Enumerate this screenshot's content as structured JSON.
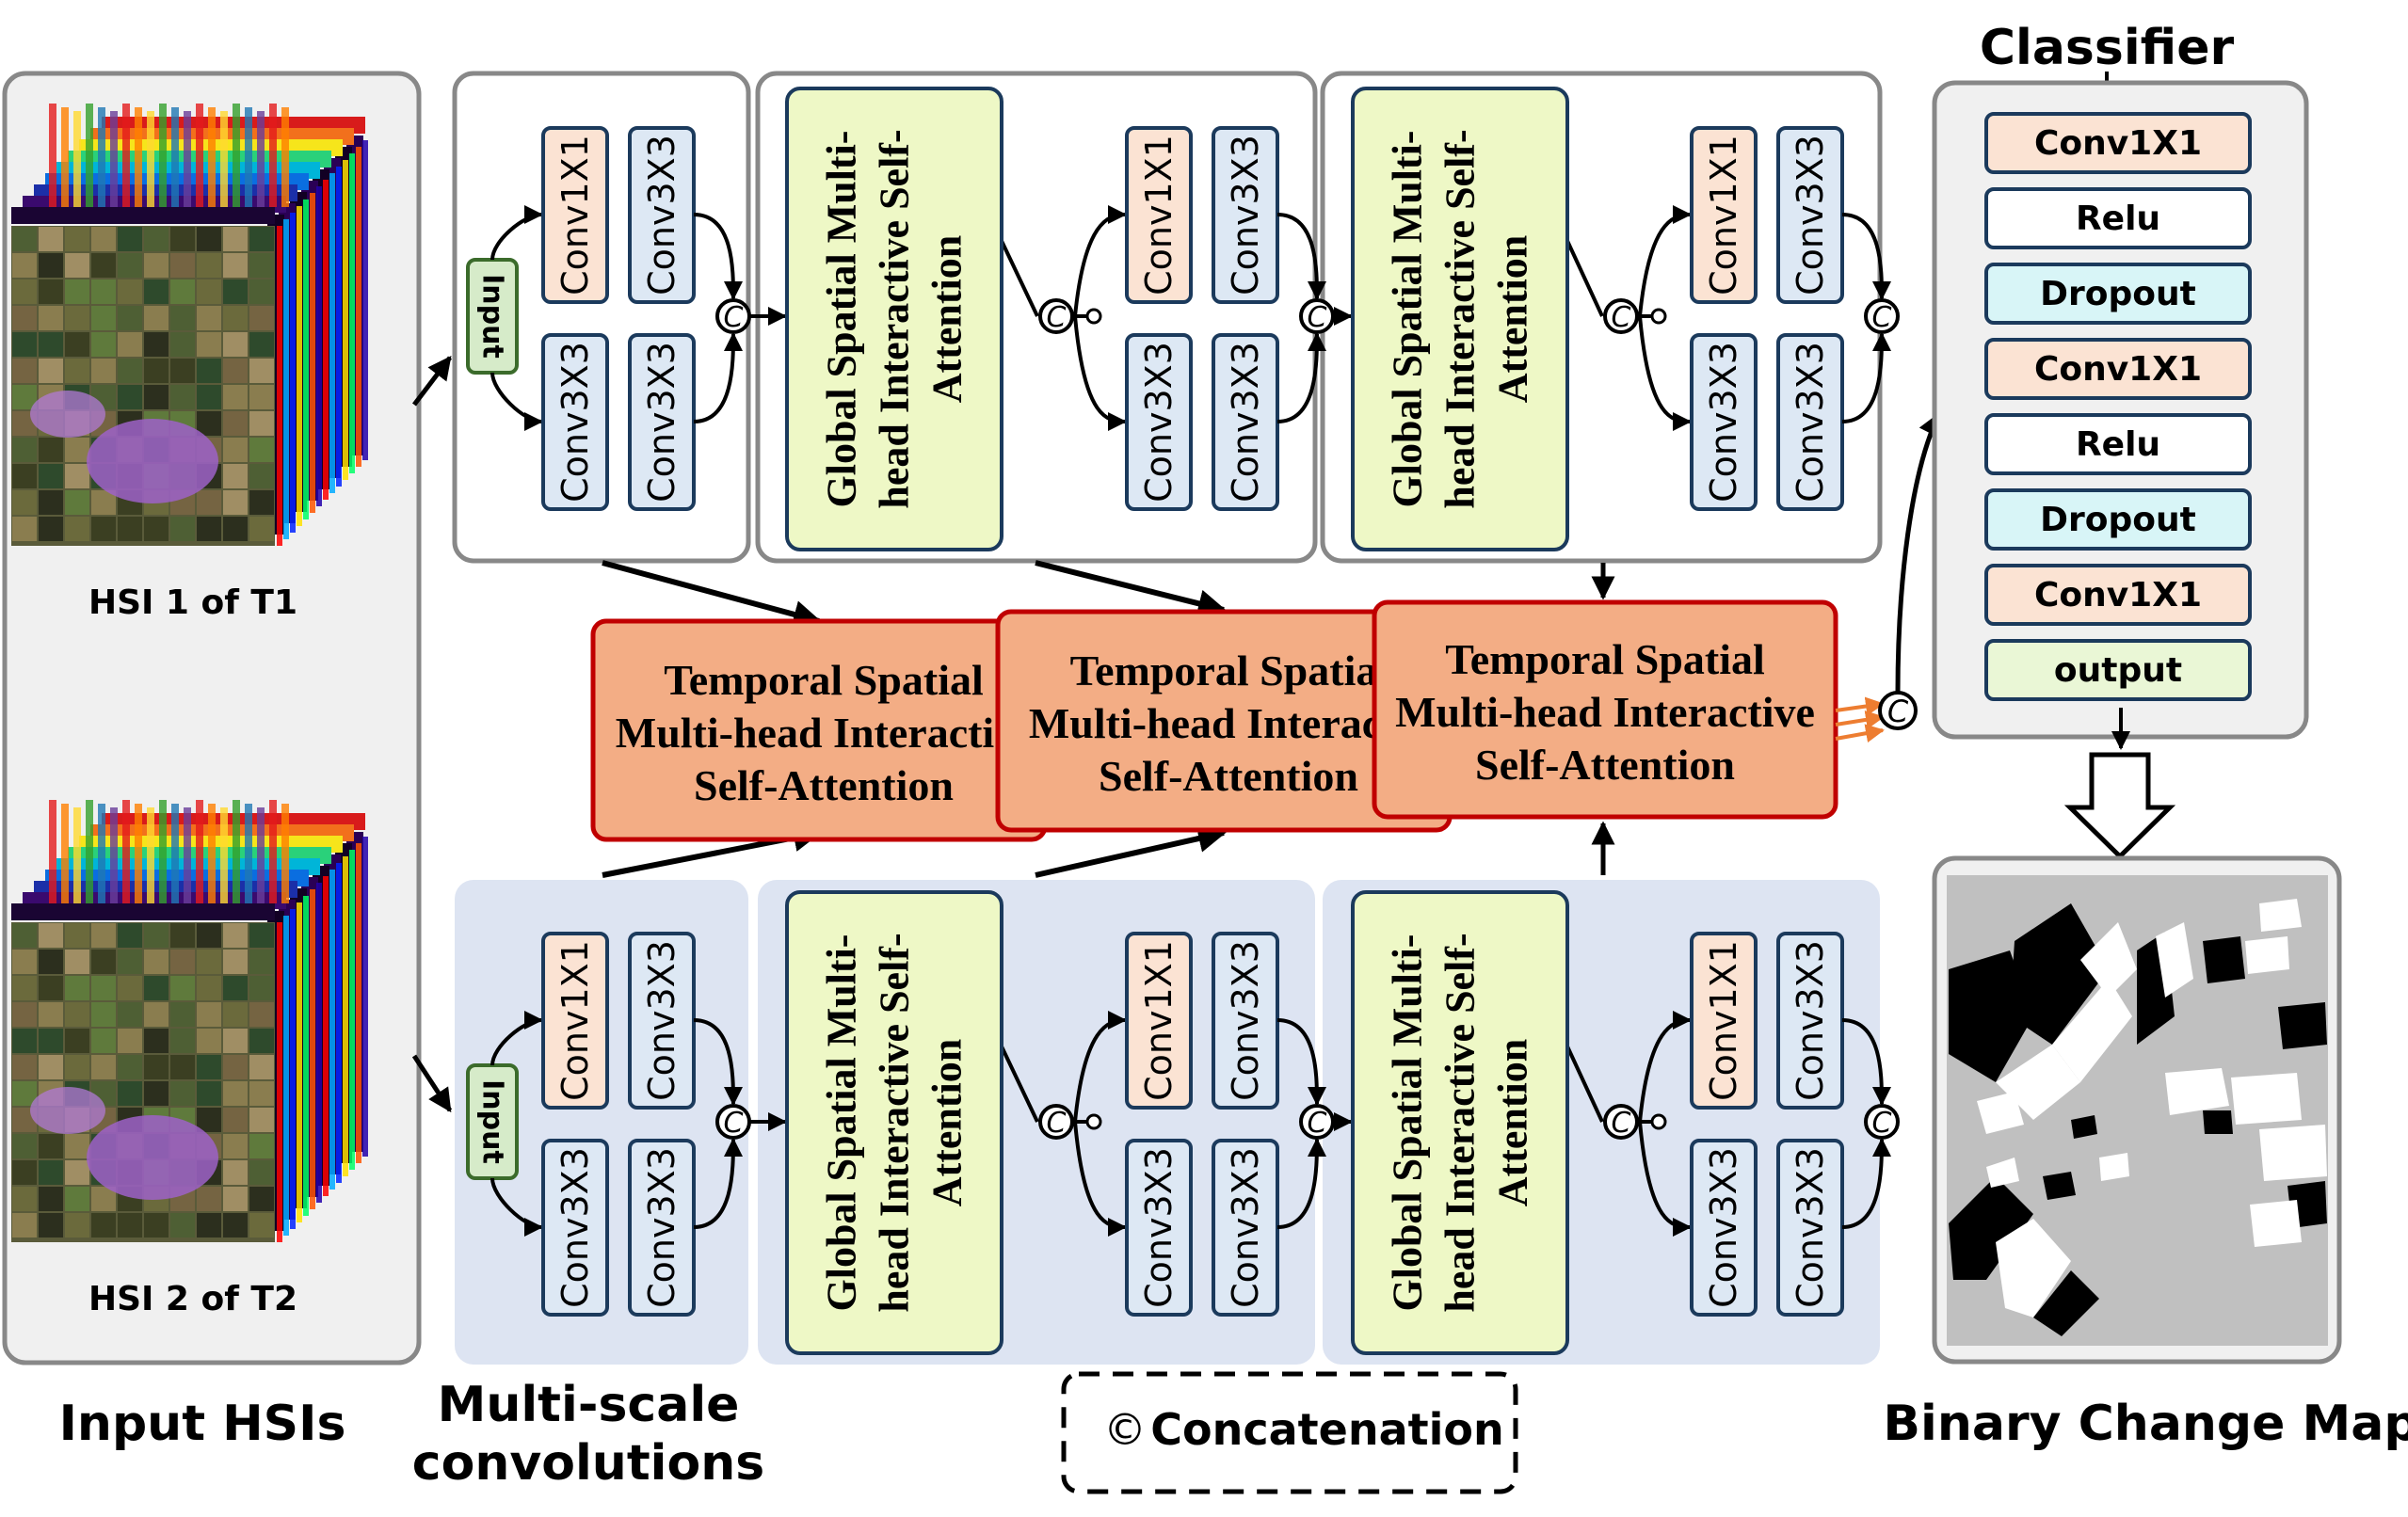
{
  "labels": {
    "input_hsis": "Input HSIs",
    "multiscale_line1": "Multi-scale",
    "multiscale_line2": "convolutions",
    "classifier": "Classifier",
    "binary_change_map": "Binary Change Map",
    "hsi1": "HSI 1 of T1",
    "hsi2": "HSI 2 of T2"
  },
  "legend": {
    "symbol": "©",
    "text": "Concatenation"
  },
  "conv": {
    "input": "Input",
    "c1": "Conv1X1",
    "c3": "Conv3X3"
  },
  "gsa": {
    "line1": "Global Spatial Multi-",
    "line2": "head Interactive Self-",
    "line3": "Attention"
  },
  "tsa": [
    {
      "line1": "Temporal Spatial",
      "line2": "Multi-head Interacti",
      "line3": "Self-Attention"
    },
    {
      "line1": "Temporal Spatia",
      "line2": "Multi-head Interac",
      "line3": "Self-Attention"
    },
    {
      "line1": "Temporal Spatial",
      "line2": "Multi-head Interactive",
      "line3": "Self-Attention"
    }
  ],
  "concat_symbol": "C",
  "classifier_layers": [
    {
      "label": "Conv1X1",
      "color": "#fbe3d3"
    },
    {
      "label": "Relu",
      "color": "#ffffff"
    },
    {
      "label": "Dropout",
      "color": "#d8f5f7"
    },
    {
      "label": "Conv1X1",
      "color": "#fbe3d3"
    },
    {
      "label": "Relu",
      "color": "#ffffff"
    },
    {
      "label": "Dropout",
      "color": "#d8f5f7"
    },
    {
      "label": "Conv1X1",
      "color": "#fbe3d3"
    },
    {
      "label": "output",
      "color": "#eaf7d6"
    }
  ],
  "colors": {
    "panel_gray": "#f0f0f0",
    "bottom_panel": "#dde4f2",
    "conv1_fill": "#fbe3d3",
    "conv3_fill": "#dde8f4",
    "input_fill": "#d6ebc9",
    "gsa_fill": "#eef8c6",
    "tsa_fill": "#f3ad85",
    "tsa_stroke": "#c00000",
    "orange_arrow": "#ed7d31"
  }
}
